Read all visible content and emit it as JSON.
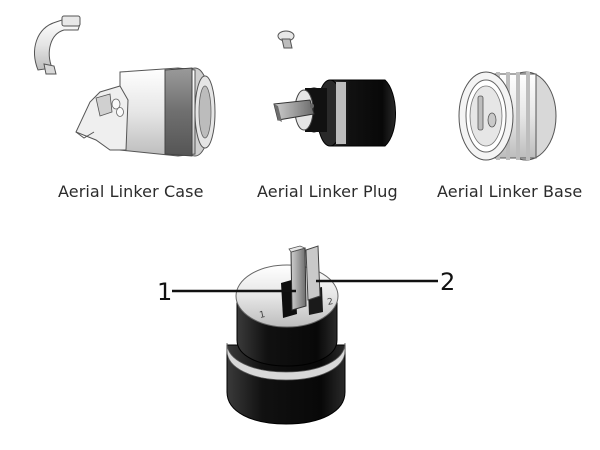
{
  "parts": [
    {
      "id": "case",
      "label": "Aerial Linker Case",
      "icon": "aerial-linker-case"
    },
    {
      "id": "plug",
      "label": "Aerial Linker Plug",
      "icon": "aerial-linker-plug"
    },
    {
      "id": "base",
      "label": "Aerial Linker Base",
      "icon": "aerial-linker-base"
    }
  ],
  "detail": {
    "icon": "plug-detail",
    "callouts": [
      "1",
      "2"
    ],
    "pin_marks": [
      "1",
      "2"
    ]
  },
  "colors": {
    "metal": "#d9d9d9",
    "body_dark": "#1a1a1a",
    "ring_gray": "#7d7d7d",
    "line": "#111111"
  }
}
